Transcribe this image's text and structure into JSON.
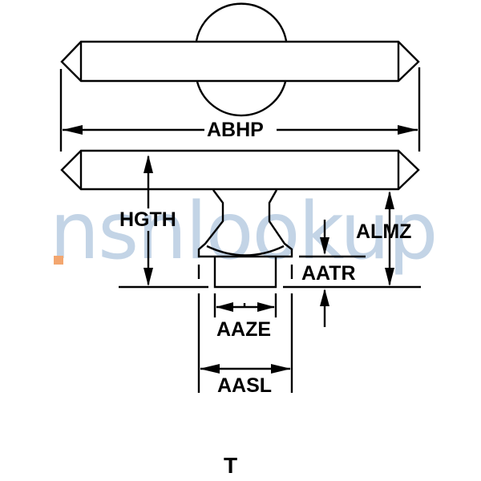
{
  "watermark": {
    "text": "nsnlookup",
    "text_color": "#b9cde2",
    "dot_color": "#f3a66f"
  },
  "diagram": {
    "caption": "T",
    "labels": {
      "overall_length": "ABHP",
      "height": "HGTH",
      "shank_length": "ALMZ",
      "thread_relief": "AATR",
      "shank_diameter": "AAZE",
      "base_diameter": "AASL"
    }
  }
}
